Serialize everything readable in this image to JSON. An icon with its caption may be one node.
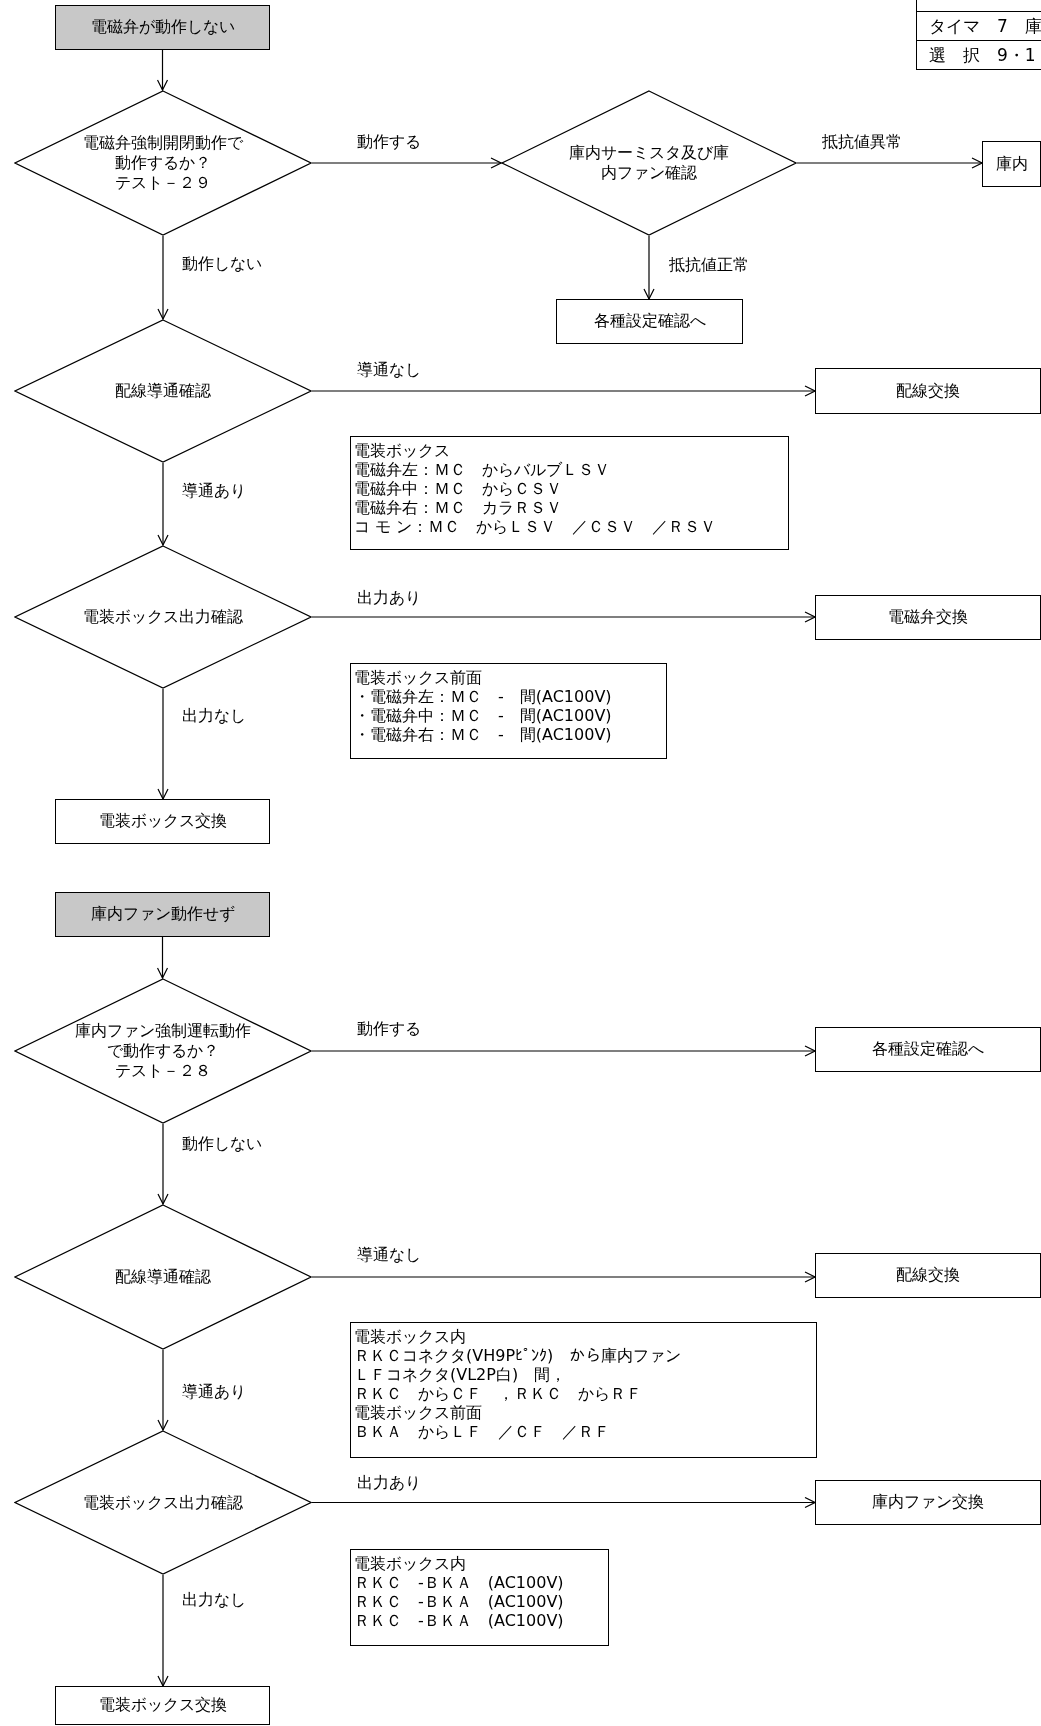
{
  "diagram": {
    "nodes": [
      {
        "text": [
          "電磁弁が動作しない"
        ]
      },
      {
        "text": [
          "電磁弁強制開閉動作で動作するか？",
          "テスト－２９"
        ]
      },
      {
        "text": [
          "庫内サーミスタ及び庫内ファン確認"
        ]
      },
      {
        "text": [
          "庫内"
        ]
      },
      {
        "text": [
          "各種設定確認へ"
        ]
      },
      {
        "text": [
          "配線導通確認"
        ]
      },
      {
        "text": [
          "配線交換"
        ]
      },
      {
        "text": [
          "電装ボックス",
          "電磁弁左：ＭＣ　からバルブＬＳＶ",
          "電磁弁中：ＭＣ　からＣＳＶ",
          "電磁弁右：ＭＣ　カラＲＳＶ",
          "コ モ ン：ＭＣ　からＬＳＶ　／ＣＳＶ　／ＲＳＶ"
        ]
      },
      {
        "text": [
          "電装ボックス出力確認"
        ]
      },
      {
        "text": [
          "電磁弁交換"
        ]
      },
      {
        "text": [
          "電装ボックス前面",
          "・電磁弁左：ＭＣ　-　間(AC100V)",
          "・電磁弁中：ＭＣ　-　間(AC100V)",
          "・電磁弁右：ＭＣ　-　間(AC100V)"
        ]
      },
      {
        "text": [
          "電装ボックス交換"
        ]
      },
      {
        "text": [
          "庫内ファン動作せず"
        ]
      },
      {
        "text": [
          "庫内ファン強制運転動作で動作するか？",
          "テスト－２８"
        ]
      },
      {
        "text": [
          "各種設定確認へ"
        ]
      },
      {
        "text": [
          "配線導通確認"
        ]
      },
      {
        "text": [
          "配線交換"
        ]
      },
      {
        "text": [
          "電装ボックス内",
          "ＲＫＣコネクタ(VH9Pﾋﾟﾝｸ)　から庫内ファン",
          "ＬＦコネクタ(VL2P白)　間，",
          "ＲＫＣ　からＣＦ　，ＲＫＣ　からＲＦ",
          "電装ボックス前面",
          "ＢＫＡ　からＬＦ　／ＣＦ　／ＲＦ"
        ]
      },
      {
        "text": [
          "電装ボックス出力確認"
        ]
      },
      {
        "text": [
          "庫内ファン交換"
        ]
      },
      {
        "text": [
          "電装ボックス内",
          "ＲＫＣ　-ＢＫＡ　(AC100V)",
          "ＲＫＣ　-ＢＫＡ　(AC100V)",
          "ＲＫＣ　-ＢＫＡ　(AC100V)"
        ]
      },
      {
        "text": [
          "電装ボックス交換"
        ]
      }
    ],
    "edges": [
      {
        "from": 0,
        "to": 1,
        "arrow": "to"
      },
      {
        "from": 1,
        "to": 2,
        "arrow": "to",
        "label": "動作する"
      },
      {
        "from": 2,
        "to": 3,
        "arrow": "to",
        "label": "抵抗値異常"
      },
      {
        "from": 2,
        "to": 4,
        "arrow": "to",
        "label": "抵抗値正常"
      },
      {
        "from": 1,
        "to": 5,
        "arrow": "to",
        "label": "動作しない"
      },
      {
        "from": 5,
        "to": 6,
        "arrow": "to",
        "label": "導通なし"
      },
      {
        "from": 5,
        "to": 8,
        "arrow": "to",
        "label": "導通あり"
      },
      {
        "from": 8,
        "to": 9,
        "arrow": "to",
        "label": "出力あり"
      },
      {
        "from": 8,
        "to": 11,
        "arrow": "to",
        "label": "出力なし"
      },
      {
        "from": 12,
        "to": 13,
        "arrow": "to"
      },
      {
        "from": 13,
        "to": 14,
        "arrow": "to",
        "label": "動作する"
      },
      {
        "from": 13,
        "to": 15,
        "arrow": "to",
        "label": "動作しない"
      },
      {
        "from": 15,
        "to": 16,
        "arrow": "to",
        "label": "導通なし"
      },
      {
        "from": 15,
        "to": 18,
        "arrow": "to",
        "label": "導通あり"
      },
      {
        "from": 18,
        "to": 19,
        "arrow": "to",
        "label": "出力あり"
      },
      {
        "from": 18,
        "to": 21,
        "arrow": "to",
        "label": "出力なし"
      }
    ],
    "labels": [
      "タイマ　7　庫",
      "選　択　9・1"
    ]
  }
}
